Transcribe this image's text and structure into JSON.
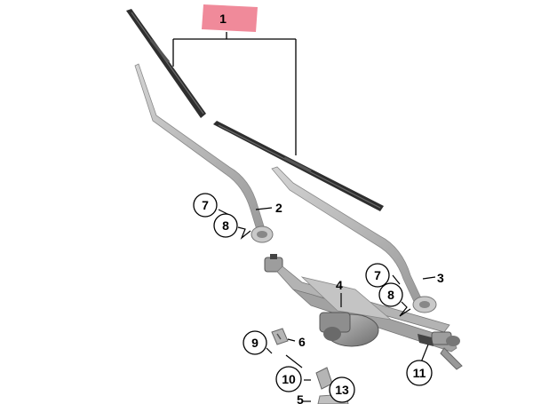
{
  "diagram": {
    "callouts": {
      "c1": "1",
      "c2": "2",
      "c3": "3",
      "c4": "4",
      "c5": "5",
      "c6": "6",
      "c7a": "7",
      "c7b": "7",
      "c8a": "8",
      "c8b": "8",
      "c9": "9",
      "c10": "10",
      "c11": "11",
      "c13": "13"
    },
    "colors": {
      "highlight": "#f08a9a",
      "blade": "#2e2e2e",
      "arm": "#b9b9b9",
      "linkage": "#a6a6a6",
      "motor": "#8e8e8e"
    }
  }
}
